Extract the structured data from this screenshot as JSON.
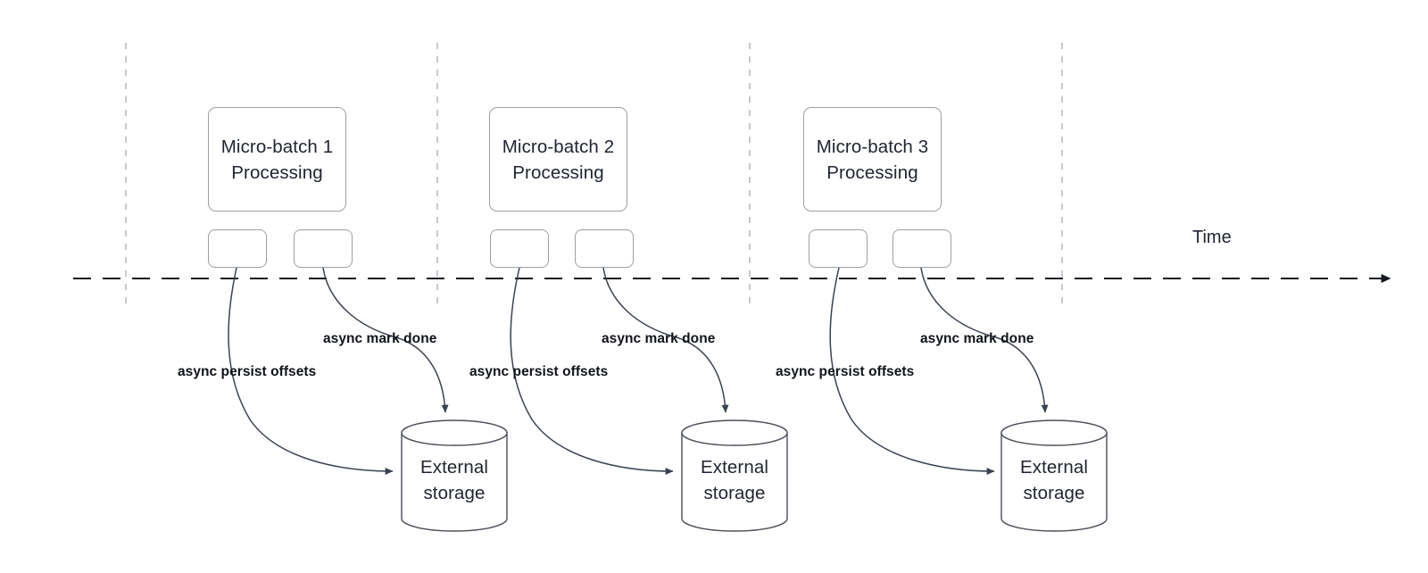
{
  "diagram": {
    "title": "Micro-batch async offset persistence timeline",
    "background": "#ffffff",
    "colors": {
      "box_border": "#9aa0a6",
      "text": "#1f2430",
      "label_text": "#101319",
      "timeline": "#14181f",
      "divider": "#b9bcc2",
      "arrow": "#3a4250"
    }
  },
  "timeline": {
    "time_label": "Time",
    "style": "dashed-arrow-right"
  },
  "groups": [
    {
      "id": "micro-batch-1",
      "process_label": "Micro-batch 1\nProcessing",
      "tasks": [
        {
          "id": "mb1-task-a",
          "label": ""
        },
        {
          "id": "mb1-task-b",
          "label": ""
        }
      ],
      "storage_label": "External\nstorage",
      "edges": [
        {
          "id": "mb1-persist",
          "label": "async persist offsets"
        },
        {
          "id": "mb1-mark",
          "label": "async mark done"
        }
      ]
    },
    {
      "id": "micro-batch-2",
      "process_label": "Micro-batch 2\nProcessing",
      "tasks": [
        {
          "id": "mb2-task-a",
          "label": ""
        },
        {
          "id": "mb2-task-b",
          "label": ""
        }
      ],
      "storage_label": "External\nstorage",
      "edges": [
        {
          "id": "mb2-persist",
          "label": "async persist offsets"
        },
        {
          "id": "mb2-mark",
          "label": "async mark done"
        }
      ]
    },
    {
      "id": "micro-batch-3",
      "process_label": "Micro-batch 3\nProcessing",
      "tasks": [
        {
          "id": "mb3-task-a",
          "label": ""
        },
        {
          "id": "mb3-task-b",
          "label": ""
        }
      ],
      "storage_label": "External\nstorage",
      "edges": [
        {
          "id": "mb3-persist",
          "label": "async persist offsets"
        },
        {
          "id": "mb3-mark",
          "label": "async mark done"
        }
      ]
    }
  ]
}
